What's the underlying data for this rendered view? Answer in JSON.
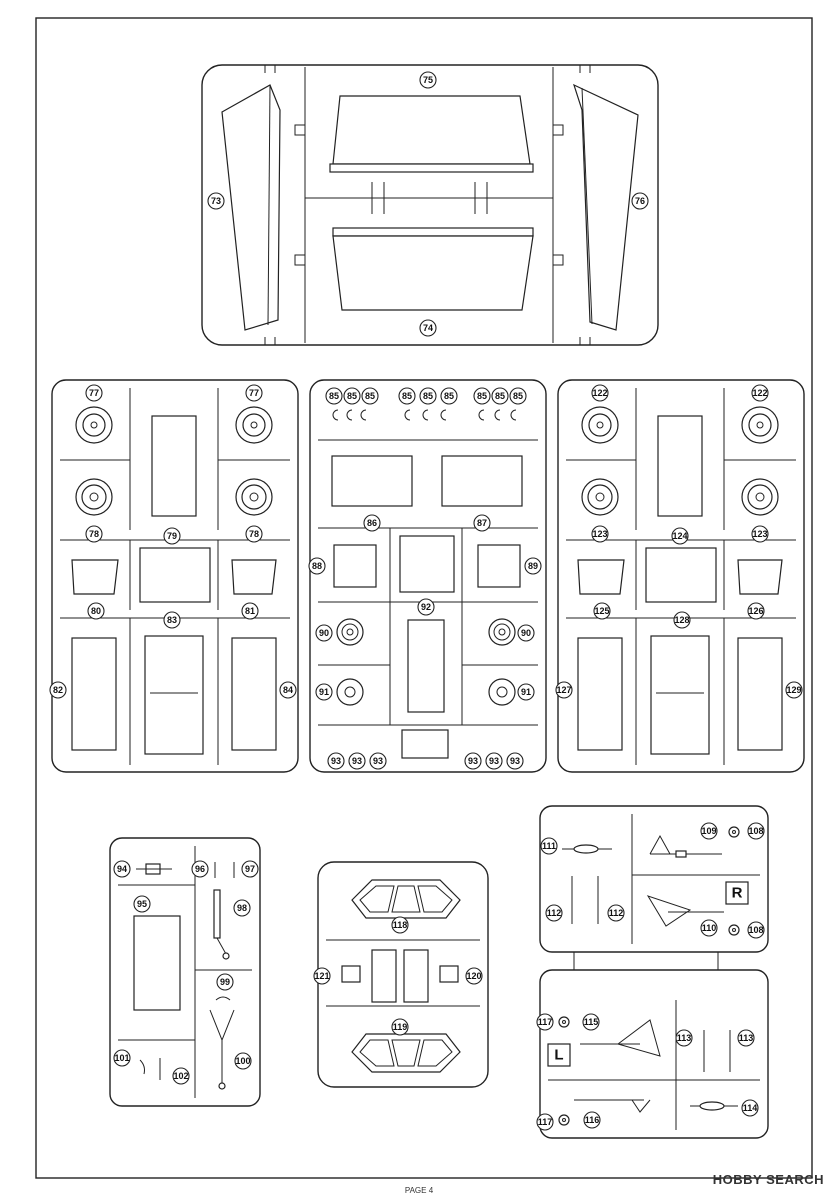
{
  "page": {
    "footer": "PAGE 4"
  },
  "watermark": {
    "text": "HOBBY SEARCH"
  },
  "sprue_a": {
    "parts": [
      "73",
      "74",
      "75",
      "76"
    ]
  },
  "sprue_b": {
    "parts": [
      "77",
      "77",
      "78",
      "78",
      "79",
      "80",
      "81",
      "82",
      "83",
      "84"
    ]
  },
  "sprue_c": {
    "parts": [
      "85",
      "85",
      "85",
      "85",
      "85",
      "85",
      "85",
      "85",
      "85",
      "86",
      "87",
      "88",
      "89",
      "90",
      "90",
      "91",
      "91",
      "92",
      "93",
      "93",
      "93",
      "93",
      "93",
      "93"
    ]
  },
  "sprue_d": {
    "parts": [
      "122",
      "122",
      "123",
      "123",
      "124",
      "125",
      "126",
      "127",
      "128",
      "129"
    ]
  },
  "sprue_e": {
    "parts": [
      "94",
      "95",
      "96",
      "97",
      "98",
      "99",
      "100",
      "101",
      "102"
    ]
  },
  "sprue_f": {
    "parts": [
      "118",
      "119",
      "120",
      "121"
    ]
  },
  "sprue_g": {
    "parts": [
      "108",
      "108",
      "109",
      "110",
      "111",
      "112",
      "112",
      "113",
      "113",
      "114",
      "115",
      "116",
      "117",
      "117"
    ],
    "side_r": "R",
    "side_l": "L"
  }
}
